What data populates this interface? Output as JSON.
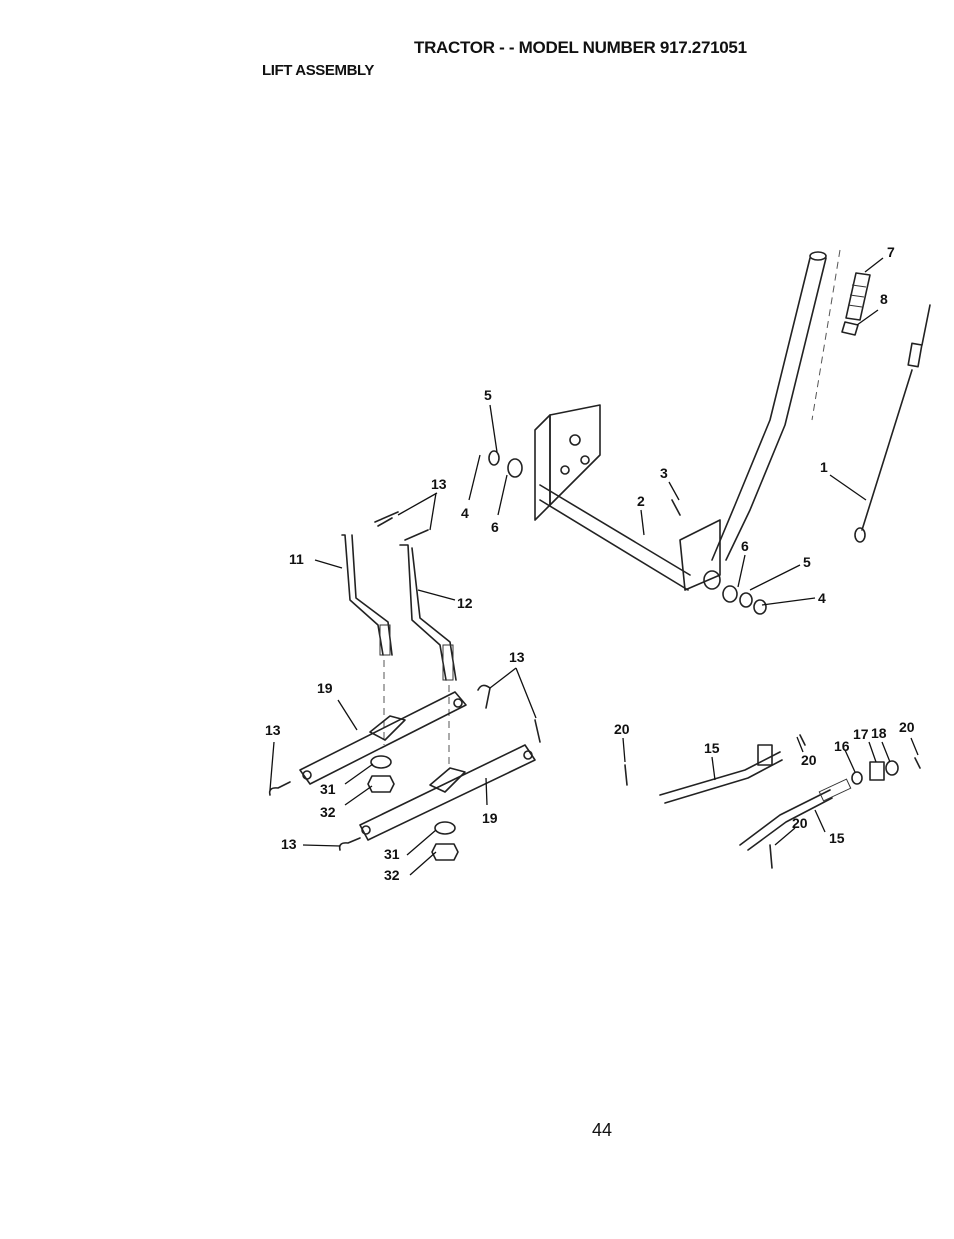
{
  "header": {
    "title": "TRACTOR - - MODEL NUMBER 917.271051",
    "subtitle": "LIFT ASSEMBLY"
  },
  "callouts": {
    "c1": "1",
    "c2": "2",
    "c3": "3",
    "c4a": "4",
    "c4b": "4",
    "c5a": "5",
    "c5b": "5",
    "c6a": "6",
    "c6b": "6",
    "c7": "7",
    "c8": "8",
    "c11": "11",
    "c12": "12",
    "c13a": "13",
    "c13b": "13",
    "c13c": "13",
    "c13d": "13",
    "c15a": "15",
    "c15b": "15",
    "c16": "16",
    "c17": "17",
    "c18": "18",
    "c19a": "19",
    "c19b": "19",
    "c20a": "20",
    "c20b": "20",
    "c20c": "20",
    "c20d": "20",
    "c31a": "31",
    "c31b": "31",
    "c32a": "32",
    "c32b": "32"
  },
  "footer": {
    "page_number": "44"
  }
}
